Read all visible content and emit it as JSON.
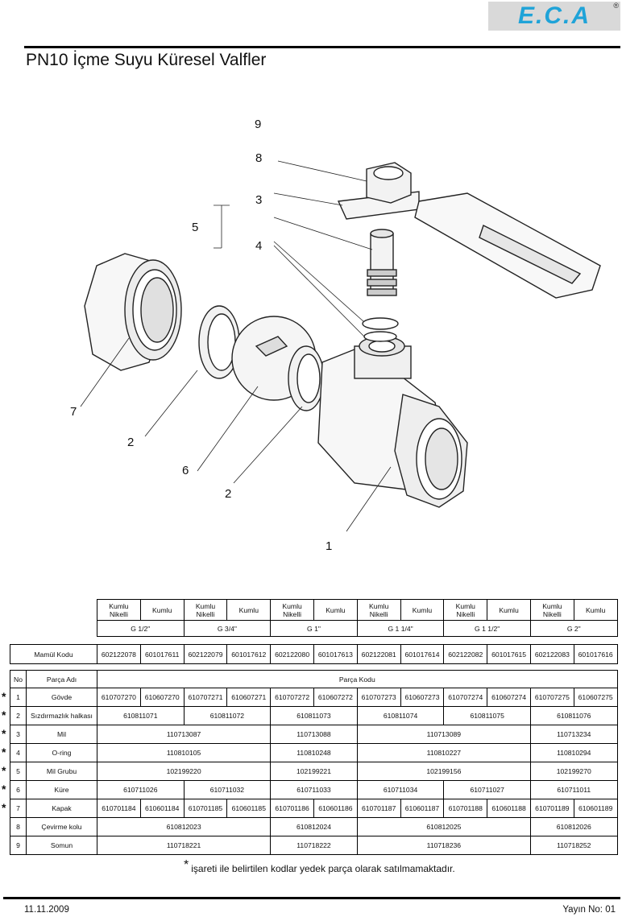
{
  "logo": {
    "text": "E.C.A",
    "reg": "®"
  },
  "title": "PN10 İçme Suyu Küresel Valfler",
  "callouts": [
    {
      "id": "c9",
      "text": "9"
    },
    {
      "id": "c8",
      "text": "8"
    },
    {
      "id": "c3",
      "text": "3"
    },
    {
      "id": "c5",
      "text": "5"
    },
    {
      "id": "c4",
      "text": "4"
    },
    {
      "id": "c7",
      "text": "7"
    },
    {
      "id": "c2a",
      "text": "2"
    },
    {
      "id": "c6",
      "text": "6"
    },
    {
      "id": "c2b",
      "text": "2"
    },
    {
      "id": "c1",
      "text": "1"
    }
  ],
  "table": {
    "finishes": [
      "Kumlu\nNikelli",
      "Kumlu",
      "Kumlu\nNikelli",
      "Kumlu",
      "Kumlu\nNikelli",
      "Kumlu",
      "Kumlu\nNikelli",
      "Kumlu",
      "Kumlu\nNikelli",
      "Kumlu",
      "Kumlu\nNikelli",
      "Kumlu"
    ],
    "sizes": [
      "G 1/2\"",
      "G 3/4\"",
      "G 1\"",
      "G 1 1/4\"",
      "G 1 1/2\"",
      "G 2\""
    ],
    "mamul_label": "Mamül Kodu",
    "mamul_codes": [
      "602122078",
      "601017611",
      "602122079",
      "601017612",
      "602122080",
      "601017613",
      "602122081",
      "601017614",
      "602122082",
      "601017615",
      "602122083",
      "601017616"
    ],
    "no_label": "No",
    "parca_adi_label": "Parça Adı",
    "parca_kodu_label": "Parça Kodu",
    "rows": [
      {
        "star": "*",
        "no": "1",
        "name": "Gövde",
        "span": 1,
        "codes": [
          "610707270",
          "610607270",
          "610707271",
          "610607271",
          "610707272",
          "610607272",
          "610707273",
          "610607273",
          "610707274",
          "610607274",
          "610707275",
          "610607275"
        ]
      },
      {
        "star": "*",
        "no": "2",
        "name": "Sızdırmazlık halkası",
        "span": 2,
        "codes": [
          "610811071",
          "610811072",
          "610811073",
          "610811074",
          "610811075",
          "610811076"
        ]
      },
      {
        "star": "*",
        "no": "3",
        "name": "Mil",
        "span": "groups",
        "codes": [
          "110713087",
          "110713088",
          "110713089",
          "110713234"
        ]
      },
      {
        "star": "*",
        "no": "4",
        "name": "O-ring",
        "span": "groups",
        "codes": [
          "110810105",
          "110810248",
          "110810227",
          "110810294"
        ]
      },
      {
        "star": "*",
        "no": "5",
        "name": "Mil Grubu",
        "span": "groups",
        "codes": [
          "102199220",
          "102199221",
          "102199156",
          "102199270"
        ]
      },
      {
        "star": "*",
        "no": "6",
        "name": "Küre",
        "span": 2,
        "codes": [
          "610711026",
          "610711032",
          "610711033",
          "610711034",
          "610711027",
          "610711011"
        ]
      },
      {
        "star": "*",
        "no": "7",
        "name": "Kapak",
        "span": 1,
        "codes": [
          "610701184",
          "610601184",
          "610701185",
          "610601185",
          "610701186",
          "610601186",
          "610701187",
          "610601187",
          "610701188",
          "610601188",
          "610701189",
          "610601189"
        ]
      },
      {
        "star": "",
        "no": "8",
        "name": "Çevirme kolu",
        "span": "groups",
        "codes": [
          "610812023",
          "610812024",
          "610812025",
          "610812026"
        ]
      },
      {
        "star": "",
        "no": "9",
        "name": "Somun",
        "span": "groups",
        "codes": [
          "110718221",
          "110718222",
          "110718236",
          "110718252"
        ]
      }
    ]
  },
  "note": {
    "asterisk": "*",
    "text": "işareti ile belirtilen kodlar yedek parça olarak satılmamaktadır."
  },
  "footer": {
    "date": "11.11.2009",
    "revision": "Yayın No: 01"
  }
}
